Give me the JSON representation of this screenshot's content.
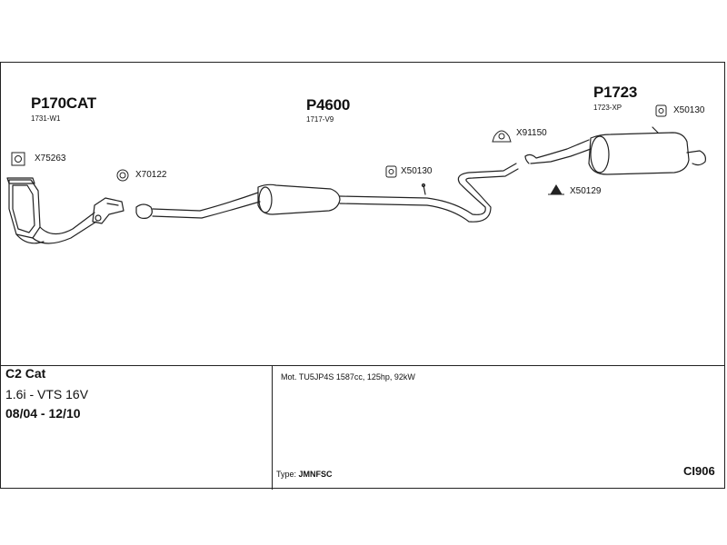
{
  "parts": [
    {
      "code": "P170CAT",
      "ref": "1731-W1"
    },
    {
      "code": "P4600",
      "ref": "1717-V9"
    },
    {
      "code": "P1723",
      "ref": "1723-XP"
    }
  ],
  "accessories": [
    {
      "code": "X75263",
      "icon": "gasket-square-icon"
    },
    {
      "code": "X70122",
      "icon": "ring-gasket-icon"
    },
    {
      "code": "X50130",
      "icon": "rubber-hanger-icon"
    },
    {
      "code": "X91150",
      "icon": "clamp-icon"
    },
    {
      "code": "X50129",
      "icon": "rubber-mount-icon"
    },
    {
      "code": "X50130",
      "icon": "rubber-hanger-icon"
    }
  ],
  "vehicle": {
    "model": "C2 Cat",
    "engine": "1.6i - VTS 16V",
    "dates": "08/04 - 12/10"
  },
  "engine_info": "Mot. TU5JP4S 1587cc, 125hp, 92kW",
  "type": {
    "label": "Type:",
    "value": "JMNFSC"
  },
  "diagram_code": "CI906"
}
